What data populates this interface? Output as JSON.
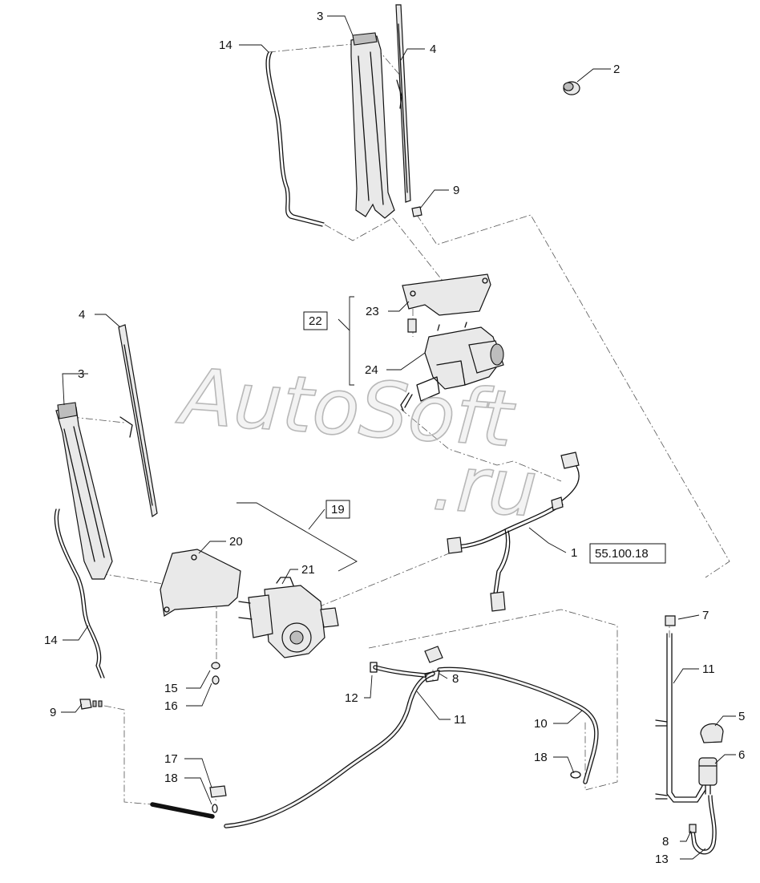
{
  "watermark": {
    "line1": "AutoSoft",
    "line2": ".ru"
  },
  "reference": {
    "callout": "1",
    "box_label": "55.100.18"
  },
  "groups": {
    "motor_kit_front": "22",
    "motor_kit_rear": "19"
  },
  "callouts": {
    "top_14": "14",
    "top_3": "3",
    "top_4": "4",
    "top_2": "2",
    "top_9": "9",
    "c23": "23",
    "c24": "24",
    "left_4": "4",
    "left_3": "3",
    "c20": "20",
    "c21": "21",
    "left_14": "14",
    "c15": "15",
    "c16": "16",
    "left_9": "9",
    "c17": "17",
    "left_18": "18",
    "c12": "12",
    "mid_8": "8",
    "mid_11": "11",
    "c10": "10",
    "right_18": "18",
    "c7": "7",
    "right_11": "11",
    "c5": "5",
    "c6": "6",
    "bottom_8": "8",
    "c13": "13"
  },
  "colors": {
    "line": "#111111",
    "fill": "#e9e9e9",
    "watermark": "#b8b8b8"
  }
}
